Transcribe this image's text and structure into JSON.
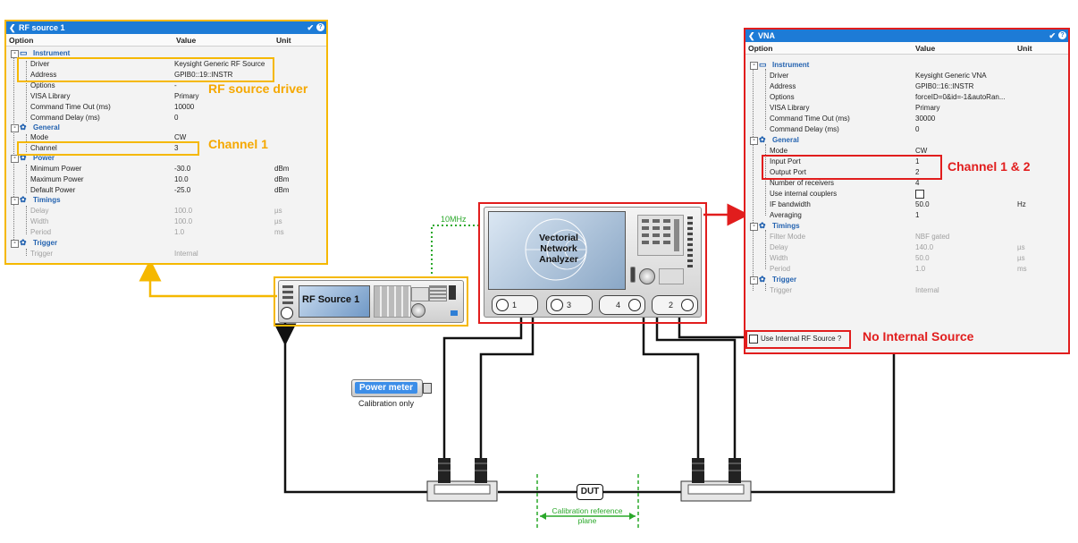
{
  "rf_panel": {
    "title": "RF source 1",
    "columns": {
      "option": "Option",
      "value": "Value",
      "unit": "Unit"
    },
    "sections": {
      "instrument": "Instrument",
      "general": "General",
      "power": "Power",
      "timings": "Timings",
      "trigger": "Trigger"
    },
    "rows": [
      {
        "option": "Driver",
        "value": "Keysight Generic RF Source",
        "unit": ""
      },
      {
        "option": "Address",
        "value": "GPIB0::19::INSTR",
        "unit": ""
      },
      {
        "option": "Options",
        "value": "-",
        "unit": ""
      },
      {
        "option": "VISA Library",
        "value": "Primary",
        "unit": ""
      },
      {
        "option": "Command Time Out (ms)",
        "value": "10000",
        "unit": ""
      },
      {
        "option": "Command Delay (ms)",
        "value": "0",
        "unit": ""
      },
      {
        "option": "Mode",
        "value": "CW",
        "unit": ""
      },
      {
        "option": "Channel",
        "value": "3",
        "unit": ""
      },
      {
        "option": "Minimum Power",
        "value": "-30.0",
        "unit": "dBm"
      },
      {
        "option": "Maximum Power",
        "value": "10.0",
        "unit": "dBm"
      },
      {
        "option": "Default Power",
        "value": "-25.0",
        "unit": "dBm"
      },
      {
        "option": "Delay",
        "value": "100.0",
        "unit": "µs"
      },
      {
        "option": "Width",
        "value": "100.0",
        "unit": "µs"
      },
      {
        "option": "Period",
        "value": "1.0",
        "unit": "ms"
      },
      {
        "option": "Trigger",
        "value": "Internal",
        "unit": ""
      }
    ]
  },
  "vna_panel": {
    "title": "VNA",
    "columns": {
      "option": "Option",
      "value": "Value",
      "unit": "Unit"
    },
    "sections": {
      "instrument": "Instrument",
      "general": "General",
      "timings": "Timings",
      "trigger": "Trigger"
    },
    "rows": [
      {
        "option": "Driver",
        "value": "Keysight Generic VNA",
        "unit": ""
      },
      {
        "option": "Address",
        "value": "GPIB0::16::INSTR",
        "unit": ""
      },
      {
        "option": "Options",
        "value": "forceID=0&id=-1&autoRan...",
        "unit": ""
      },
      {
        "option": "VISA Library",
        "value": "Primary",
        "unit": ""
      },
      {
        "option": "Command Time Out (ms)",
        "value": "30000",
        "unit": ""
      },
      {
        "option": "Command Delay (ms)",
        "value": "0",
        "unit": ""
      },
      {
        "option": "Mode",
        "value": "CW",
        "unit": ""
      },
      {
        "option": "Input Port",
        "value": "1",
        "unit": ""
      },
      {
        "option": "Output Port",
        "value": "2",
        "unit": ""
      },
      {
        "option": "Number of receivers",
        "value": "4",
        "unit": ""
      },
      {
        "option": "Use internal couplers",
        "value": "",
        "unit": ""
      },
      {
        "option": "IF bandwidth",
        "value": "50.0",
        "unit": "Hz"
      },
      {
        "option": "Averaging",
        "value": "1",
        "unit": ""
      },
      {
        "option": "Filter Mode",
        "value": "NBF gated",
        "unit": ""
      },
      {
        "option": "Delay",
        "value": "140.0",
        "unit": "µs"
      },
      {
        "option": "Width",
        "value": "50.0",
        "unit": "µs"
      },
      {
        "option": "Period",
        "value": "1.0",
        "unit": "ms"
      },
      {
        "option": "Trigger",
        "value": "Internal",
        "unit": ""
      }
    ],
    "use_internal_source_label": "Use Internal RF Source ?"
  },
  "annotations": {
    "rf_driver": "RF source driver",
    "channel1": "Channel 1",
    "channel12": "Channel 1 & 2",
    "no_internal": "No Internal Source",
    "ref_10mhz": "10MHz"
  },
  "instruments": {
    "vna_label": "Vectorial Network Analyzer",
    "rf_source_label": "RF Source 1",
    "power_meter_label": "Power meter",
    "power_meter_caption": "Calibration only",
    "dut_label": "DUT",
    "cal_plane_label": "Calibration reference plane",
    "ports": [
      "1",
      "3",
      "4",
      "2"
    ]
  },
  "colors": {
    "highlight_yellow": "#f5b800",
    "highlight_red": "#e11d1d",
    "title_blue": "#1d7bd6"
  }
}
